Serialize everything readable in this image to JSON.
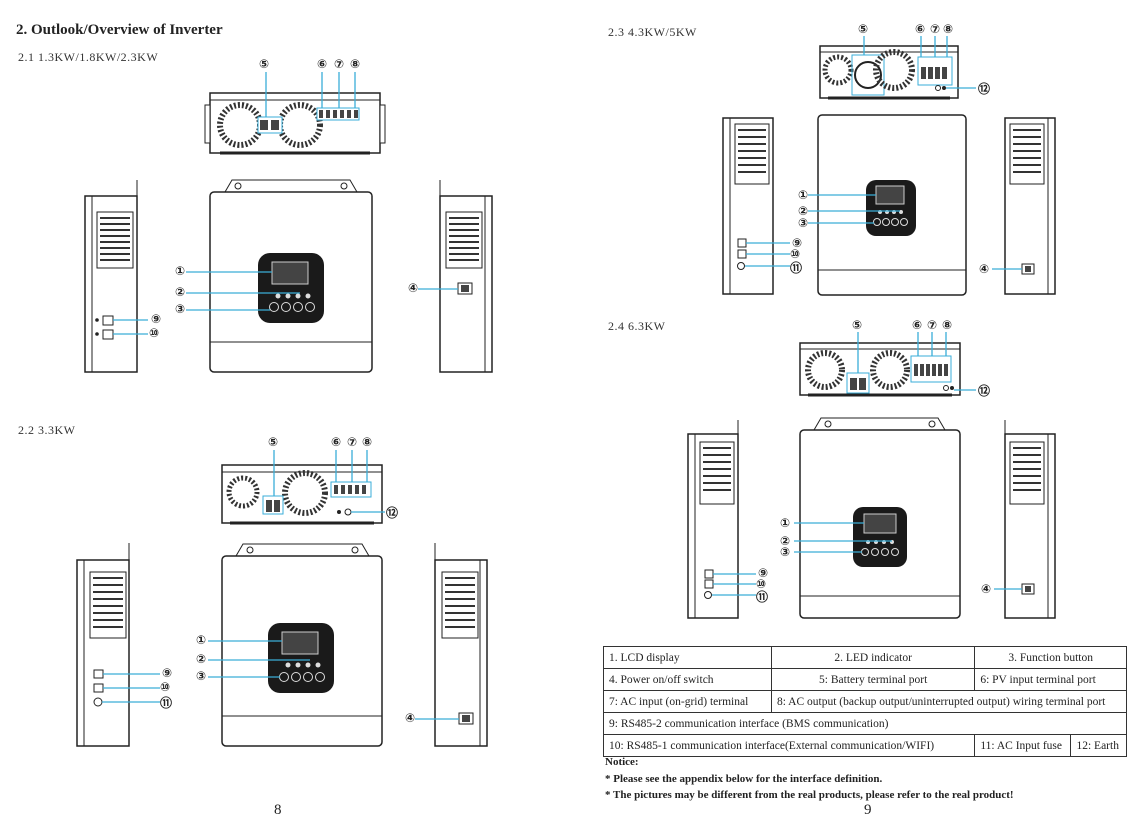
{
  "page_left": {
    "heading": "2. Outlook/Overview of Inverter",
    "sections": [
      {
        "label": "2.1  1.3KW/1.8KW/2.3KW"
      },
      {
        "label": "2.2  3.3KW"
      }
    ],
    "page_number": "8"
  },
  "page_right": {
    "sections": [
      {
        "label": "2.3  4.3KW/5KW"
      },
      {
        "label": "2.4  6.3KW"
      }
    ],
    "page_number": "9"
  },
  "callouts": {
    "c1": "1",
    "c2": "2",
    "c3": "3",
    "c4": "4",
    "c5": "5",
    "c6": "6",
    "c7": "7",
    "c8": "8",
    "c9": "9",
    "c10": "10",
    "c11": "11",
    "c12": "12"
  },
  "legend_table": {
    "rows": [
      [
        "1. LCD display",
        "2. LED indicator",
        "3.  Function button"
      ],
      [
        "4. Power on/off switch",
        "5: Battery terminal port",
        "6: PV input terminal port"
      ],
      [
        "7: AC input (on-grid) terminal",
        "8: AC output (backup output/uninterrupted output) wiring terminal port"
      ],
      [
        "9: RS485-2 communication interface (BMS communication)"
      ],
      [
        "10: RS485-1 communication interface(External communication/WIFI)",
        "11: AC Input fuse",
        "12: Earth"
      ]
    ]
  },
  "notice": {
    "title": "Notice:",
    "items": [
      "* Please see the appendix below for the interface definition.",
      "* The pictures may be different from the real products, please refer to the real product!"
    ]
  },
  "colors": {
    "callout_line": "#3aaed8",
    "outline": "#222222"
  }
}
